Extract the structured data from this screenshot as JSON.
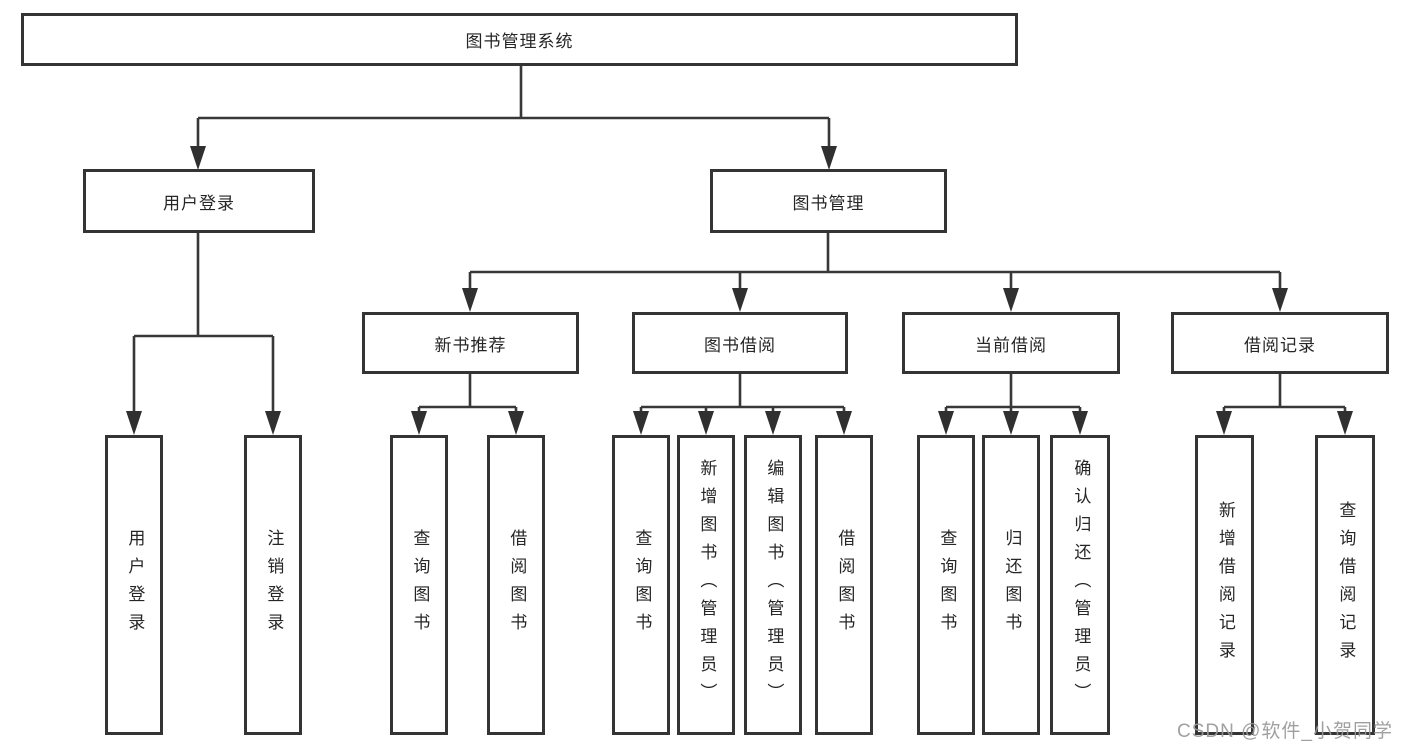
{
  "diagram": {
    "root": {
      "label": "图书管理系统"
    },
    "branches": [
      {
        "label": "用户登录",
        "children": [
          {
            "label": "用户登录"
          },
          {
            "label": "注销登录"
          }
        ]
      },
      {
        "label": "图书管理",
        "children": [
          {
            "label": "新书推荐",
            "children": [
              {
                "label": "查询图书"
              },
              {
                "label": "借阅图书"
              }
            ]
          },
          {
            "label": "图书借阅",
            "children": [
              {
                "label": "查询图书"
              },
              {
                "label": "新增图书（管理员）"
              },
              {
                "label": "编辑图书（管理员）"
              },
              {
                "label": "借阅图书"
              }
            ]
          },
          {
            "label": "当前借阅",
            "children": [
              {
                "label": "查询图书"
              },
              {
                "label": "归还图书"
              },
              {
                "label": "确认归还（管理员）"
              }
            ]
          },
          {
            "label": "借阅记录",
            "children": [
              {
                "label": "新增借阅记录"
              },
              {
                "label": "查询借阅记录"
              }
            ]
          }
        ]
      }
    ]
  },
  "watermark": {
    "text": "CSDN @软件_小贺同学"
  },
  "colors": {
    "background": "#ffffff",
    "box_border": "#343434",
    "connector": "#383838",
    "arrowhead": "#303030",
    "text": "#262626",
    "watermark": "#989898"
  }
}
